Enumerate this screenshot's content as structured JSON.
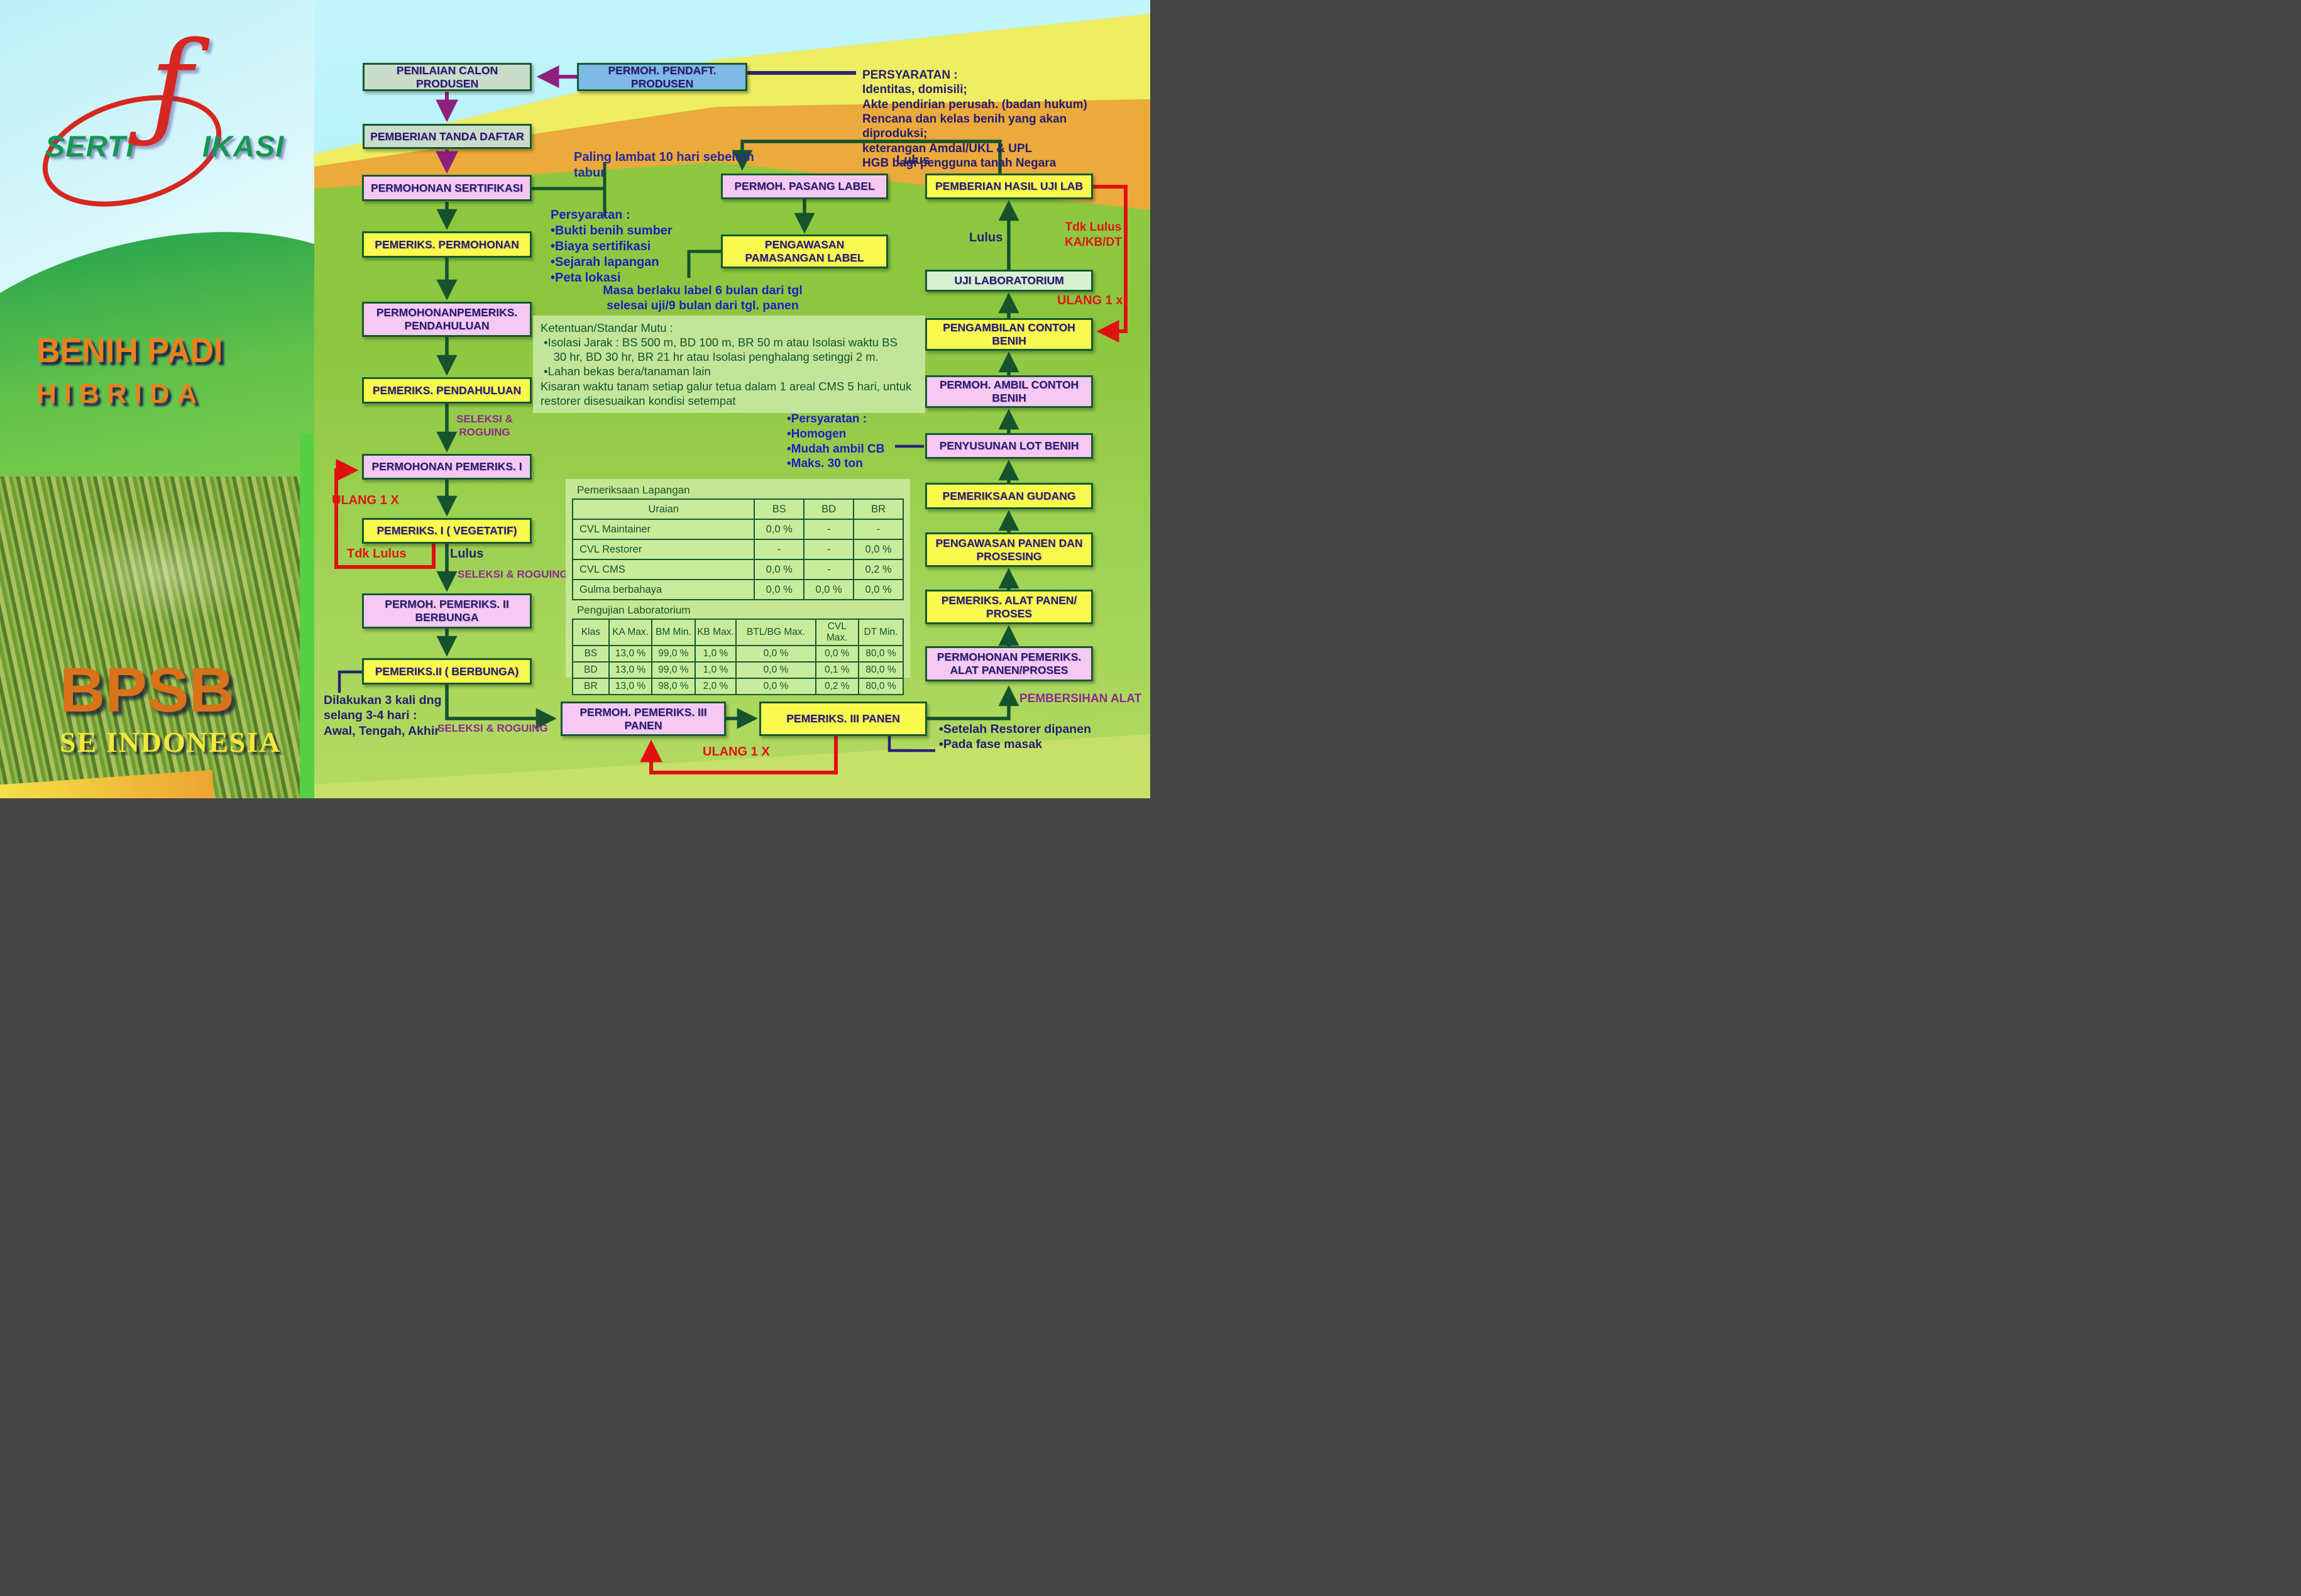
{
  "sidebar": {
    "logo_serti": "SERTI",
    "logo_f": "ƒ",
    "logo_ikasi": "IKASI",
    "title_line1": "BENIH PADI",
    "title_line2": "HIBRIDA",
    "org": "BPSB",
    "org_sub": "SE INDONESIA"
  },
  "nodes": {
    "penilaian": "PENILAIAN CALON PRODUSEN",
    "pendaft": "PERMOH. PENDAFT. PRODUSEN",
    "tanda_daftar": "PEMBERIAN TANDA DAFTAR",
    "permohonan_sertifikasi": "PERMOHONAN SERTIFIKASI",
    "pemeriks_permohonan": "PEMERIKS. PERMOHONAN",
    "permohonan_pemeriks_pendahuluan": "PERMOHONANPEMERIKS. PENDAHULUAN",
    "pemeriks_pendahuluan": "PEMERIKS. PENDAHULUAN",
    "permohonan_pemeriks_1": "PERMOHONAN PEMERIKS. I",
    "pemeriks_1": "PEMERIKS. I ( VEGETATIF)",
    "permoh_pemeriks_2": "PERMOH. PEMERIKS. II BERBUNGA",
    "pemeriks_2": "PEMERIKS.II ( BERBUNGA)",
    "permoh_pemeriks_3": "PERMOH. PEMERIKS. III PANEN",
    "pemeriks_3": "PEMERIKS. III PANEN",
    "permoh_pasang_label": "PERMOH. PASANG LABEL",
    "pengawasan_label": "PENGAWASAN PAMASANGAN LABEL",
    "pemberian_hasil": "PEMBERIAN HASIL UJI LAB",
    "uji_lab": "UJI LABORATORIUM",
    "pengambilan_contoh": "PENGAMBILAN CONTOH BENIH",
    "permoh_ambil_contoh": "PERMOH. AMBIL CONTOH BENIH",
    "penyusunan_lot": "PENYUSUNAN LOT BENIH",
    "pemeriksaan_gudang": "PEMERIKSAAN GUDANG",
    "pengawasan_panen": "PENGAWASAN PANEN DAN PROSESING",
    "pemeriks_alat": "PEMERIKS. ALAT PANEN/ PROSES",
    "permohonan_pemeriks_alat": "PERMOHONAN PEMERIKS. ALAT PANEN/PROSES"
  },
  "annotations": {
    "persyaratan_top": "PERSYARATAN :\nIdentitas, domisili;\nAkte pendirian perusah. (badan hukum)\nRencana dan kelas benih yang akan diproduksi;\nketerangan Amdal/UKL & UPL\nHGB bagi pengguna tanah Negara",
    "paling_lambat": "Paling lambat 10 hari sebelum\ntabur",
    "persyaratan_mid": "Persyaratan :\n•Bukti benih sumber\n•Biaya sertifikasi\n•Sejarah lapangan\n•Peta lokasi",
    "masa_berlaku": "Masa berlaku label 6 bulan dari tgl\nselesai uji/9 bulan dari tgl. panen",
    "ketentuan": "Ketentuan/Standar Mutu :\n •Isolasi Jarak : BS 500 m, BD 100 m, BR 50 m atau Isolasi waktu BS\n    30 hr, BD 30 hr, BR 21 hr atau Isolasi penghalang setinggi 2 m.\n •Lahan bekas bera/tanaman lain\nKisaran waktu tanam setiap galur tetua dalam 1 areal CMS 5 hari, untuk\nrestorer disesuaikan kondisi setempat",
    "lot_persyaratan": "•Persyaratan :\n•Homogen\n•Mudah ambil CB\n•Maks. 30 ton",
    "lulus_top": "Lulus",
    "lulus_mid": "Lulus",
    "lulus_left": "Lulus",
    "tdk_lulus_left": "Tdk Lulus",
    "tdk_lulus_right": "Tdk Lulus\nKA/KB/DT",
    "ulang_left": "ULANG 1 X",
    "ulang_right": "ULANG 1 x",
    "ulang_bottom": "ULANG 1 X",
    "seleksi_1": "SELEKSI &\nROGUING",
    "seleksi_2": "SELEKSI & ROGUING",
    "seleksi_3": "SELEKSI & ROGUING",
    "dilakukan": "Dilakukan 3 kali dng\nselang 3-4 hari :\nAwal, Tengah, Akhir",
    "setelah": "•Setelah Restorer dipanen\n•Pada fase masak",
    "pembersihan": "PEMBERSIHAN ALAT"
  },
  "tables": [
    {
      "title": "Pemeriksaan Lapangan",
      "headers": [
        "Uraian",
        "BS",
        "BD",
        "BR"
      ],
      "rows": [
        [
          "CVL Maintainer",
          "0,0 %",
          "-",
          "-"
        ],
        [
          "CVL Restorer",
          "-",
          "-",
          "0,0 %"
        ],
        [
          "CVL CMS",
          "0,0 %",
          "-",
          "0,2 %"
        ],
        [
          "Gulma berbahaya",
          "0,0 %",
          "0,0 %",
          "0,0 %"
        ]
      ]
    },
    {
      "title": "Pengujian Laboratorium",
      "headers": [
        "Klas",
        "KA Max.",
        "BM Min.",
        "KB Max.",
        "BTL/BG Max.",
        "CVL Max.",
        "DT Min."
      ],
      "rows": [
        [
          "BS",
          "13,0 %",
          "99,0 %",
          "1,0 %",
          "0,0 %",
          "0,0 %",
          "80,0 %"
        ],
        [
          "BD",
          "13,0 %",
          "99,0 %",
          "1,0 %",
          "0,0 %",
          "0,1 %",
          "80,0 %"
        ],
        [
          "BR",
          "13,0 %",
          "98,0 %",
          "2,0 %",
          "0,0 %",
          "0,2 %",
          "80,0 %"
        ]
      ]
    }
  ],
  "colors": {
    "node_pink": "#f6c9f2",
    "node_yellow": "#fafa4e",
    "node_lightgreen": "#d7f2d2",
    "node_blue": "#7fb9e6",
    "arrow_green": "#14532d",
    "arrow_purple": "#8e1f7d",
    "arrow_red": "#e01111",
    "text_navy": "#241c70"
  }
}
